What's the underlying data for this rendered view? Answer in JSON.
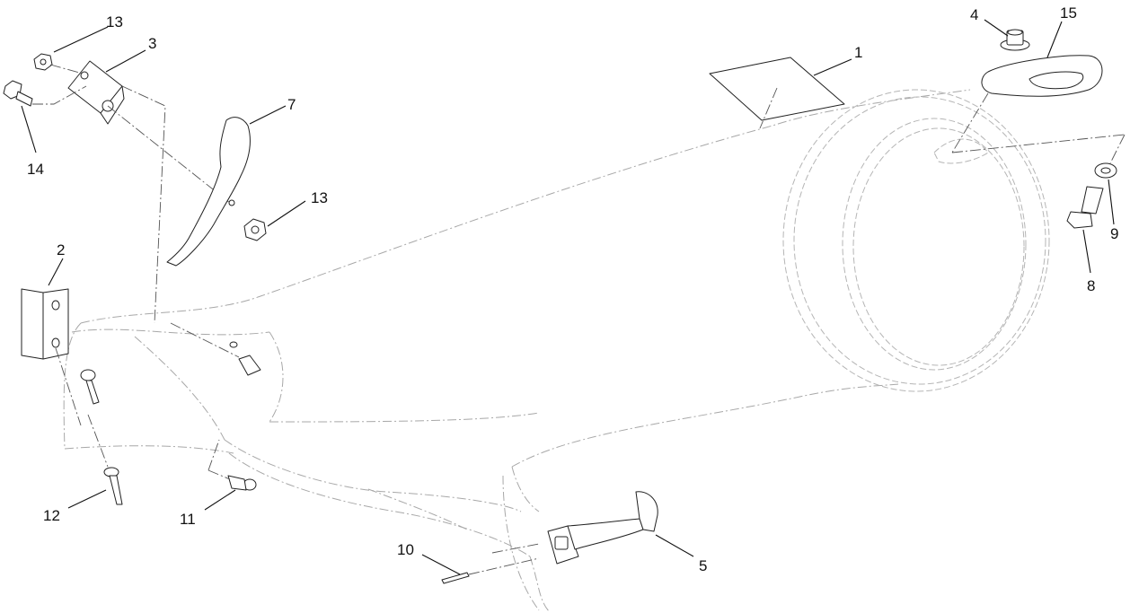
{
  "callouts": [
    {
      "id": "c1",
      "label": "1"
    },
    {
      "id": "c2",
      "label": "2"
    },
    {
      "id": "c3",
      "label": "3"
    },
    {
      "id": "c4",
      "label": "4"
    },
    {
      "id": "c5",
      "label": "5"
    },
    {
      "id": "c7",
      "label": "7"
    },
    {
      "id": "c8",
      "label": "8"
    },
    {
      "id": "c9",
      "label": "9"
    },
    {
      "id": "c10",
      "label": "10"
    },
    {
      "id": "c11",
      "label": "11"
    },
    {
      "id": "c12",
      "label": "12"
    },
    {
      "id": "c13a",
      "label": "13"
    },
    {
      "id": "c13b",
      "label": "13"
    },
    {
      "id": "c14",
      "label": "14"
    },
    {
      "id": "c15",
      "label": "15"
    }
  ]
}
